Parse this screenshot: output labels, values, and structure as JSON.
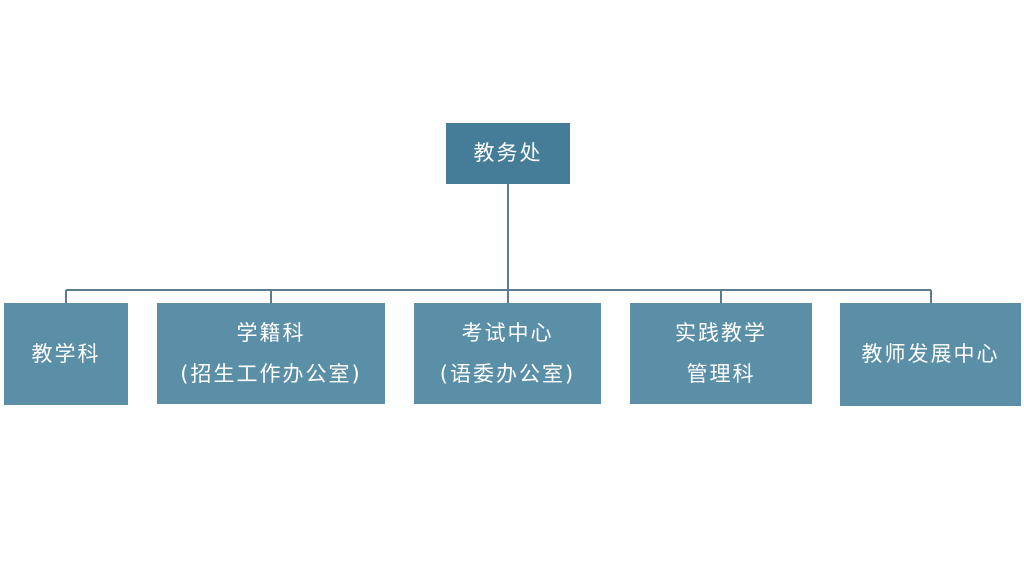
{
  "root": {
    "label": "教务处"
  },
  "departments": [
    {
      "lines": [
        "教学科"
      ]
    },
    {
      "lines": [
        "学籍科",
        "(招生工作办公室)"
      ]
    },
    {
      "lines": [
        "考试中心",
        "(语委办公室)"
      ]
    },
    {
      "lines": [
        "实践教学",
        "管理科"
      ]
    },
    {
      "lines": [
        "教师发展中心"
      ]
    }
  ],
  "colors": {
    "root_fill": "#457d98",
    "node_fill": "#5b8fa8",
    "connector": "#5a7d8f",
    "text": "#ffffff"
  }
}
